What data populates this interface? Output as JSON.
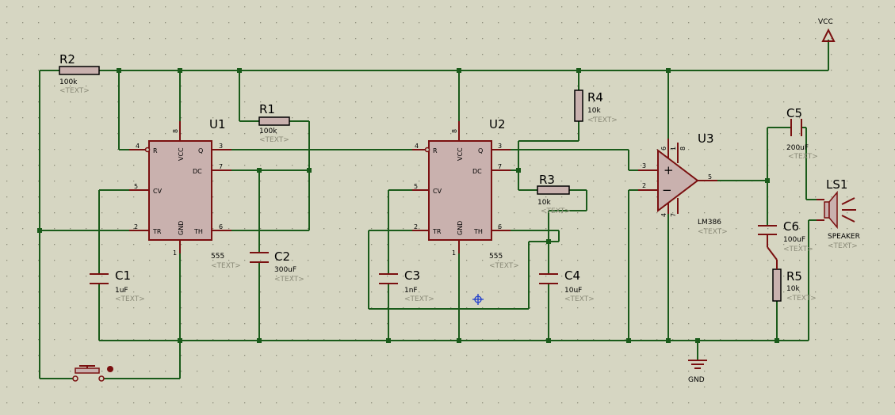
{
  "power": {
    "vcc_label": "VCC",
    "gnd_label": "GND"
  },
  "u1": {
    "ref": "U1",
    "value": "555",
    "text": "<TEXT>",
    "pins": {
      "r": "R",
      "vcc": "VCC",
      "q": "Q",
      "dc": "DC",
      "cv": "CV",
      "tr": "TR",
      "gnd": "GND",
      "th": "TH"
    },
    "pin_numbers": {
      "p8": "8",
      "p4": "4",
      "p3": "3",
      "p7": "7",
      "p5": "5",
      "p2": "2",
      "p6": "6",
      "p1": "1"
    }
  },
  "u2": {
    "ref": "U2",
    "value": "555",
    "text": "<TEXT>",
    "pins": {
      "r": "R",
      "vcc": "VCC",
      "q": "Q",
      "dc": "DC",
      "cv": "CV",
      "tr": "TR",
      "gnd": "GND",
      "th": "TH"
    },
    "pin_numbers": {
      "p8": "8",
      "p4": "4",
      "p3": "3",
      "p7": "7",
      "p5": "5",
      "p2": "2",
      "p6": "6",
      "p1": "1"
    }
  },
  "u3": {
    "ref": "U3",
    "value": "LM386",
    "text": "<TEXT>",
    "pin_numbers": {
      "p6": "6",
      "p8": "8",
      "p1": "1",
      "p3": "3",
      "p2": "2",
      "p4": "4",
      "p7": "7",
      "p5": "5"
    },
    "plus": "+",
    "minus": "−"
  },
  "r1": {
    "ref": "R1",
    "value": "100k",
    "text": "<TEXT>"
  },
  "r2": {
    "ref": "R2",
    "value": "100k",
    "text": "<TEXT>"
  },
  "r3": {
    "ref": "R3",
    "value": "10k",
    "text": "<TEXT>"
  },
  "r4": {
    "ref": "R4",
    "value": "10k",
    "text": "<TEXT>"
  },
  "r5": {
    "ref": "R5",
    "value": "10k",
    "text": "<TEXT>"
  },
  "c1": {
    "ref": "C1",
    "value": "1uF",
    "text": "<TEXT>"
  },
  "c2": {
    "ref": "C2",
    "value": "300uF",
    "text": "<TEXT>"
  },
  "c3": {
    "ref": "C3",
    "value": "1nF",
    "text": "<TEXT>"
  },
  "c4": {
    "ref": "C4",
    "value": "10uF",
    "text": "<TEXT>"
  },
  "c5": {
    "ref": "C5",
    "value": "200uF",
    "text": "<TEXT>"
  },
  "c6": {
    "ref": "C6",
    "value": "100uF",
    "text": "<TEXT>"
  },
  "ls1": {
    "ref": "LS1",
    "value": "SPEAKER",
    "text": "<TEXT>"
  },
  "colors": {
    "background": "#d6d6c2",
    "wire": "#1a5b1a",
    "component": "#7a1010",
    "body_fill": "#c9b1ae"
  }
}
